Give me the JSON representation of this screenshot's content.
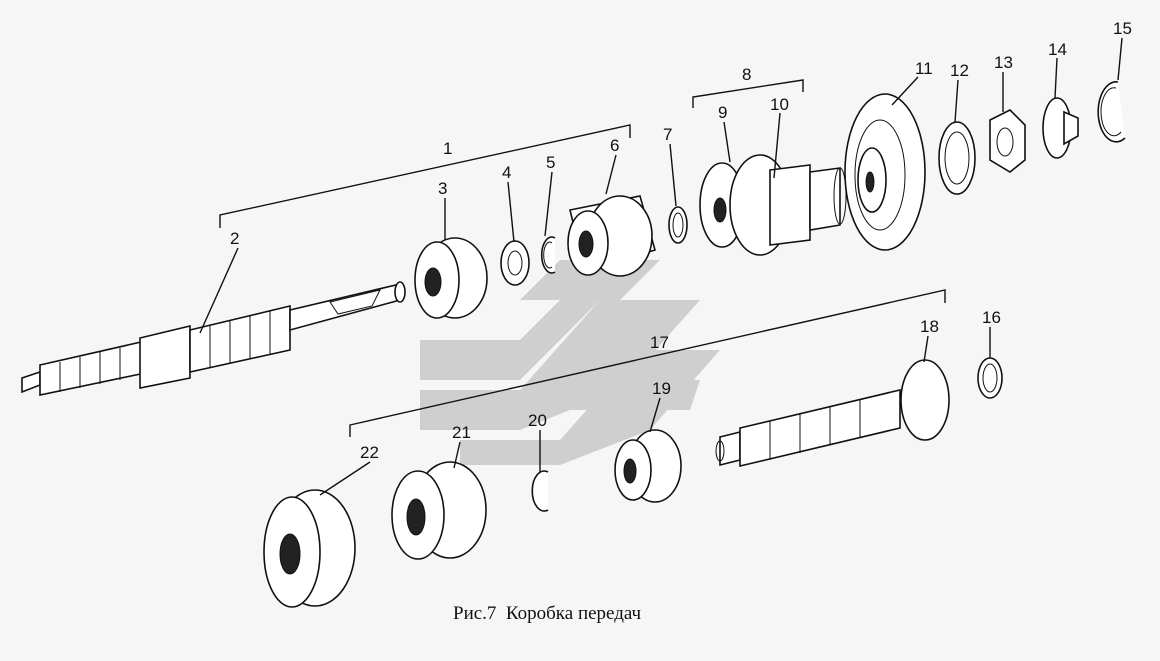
{
  "caption": "Рис.7  Коробка передач",
  "labels": {
    "l1": "1",
    "l2": "2",
    "l3": "3",
    "l4": "4",
    "l5": "5",
    "l6": "6",
    "l7": "7",
    "l8": "8",
    "l9": "9",
    "l10": "10",
    "l11": "11",
    "l12": "12",
    "l13": "13",
    "l14": "14",
    "l15": "15",
    "l16": "16",
    "l17": "17",
    "l18": "18",
    "l19": "19",
    "l20": "20",
    "l21": "21",
    "l22": "22"
  }
}
